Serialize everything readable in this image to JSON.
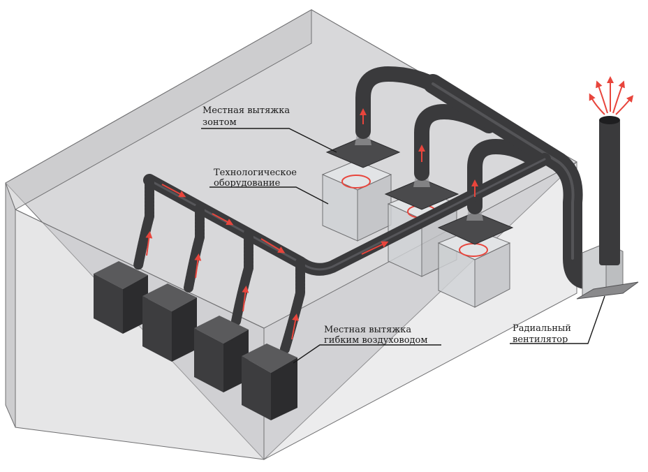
{
  "labels": {
    "hood_exhaust": [
      "Местная вытяжка",
      "зонтом"
    ],
    "equipment": [
      "Технологическое",
      "оборудование"
    ],
    "flexible_exhaust": [
      "Местная вытяжка",
      "гибким воздуховодом"
    ],
    "radial_fan": [
      "Радиальный",
      "вентилятор"
    ]
  },
  "colors": {
    "duct": "#3a3a3c",
    "duct_highlight": "#6e6e72",
    "room_wall": "#b8b8ba",
    "room_edge": "#707072",
    "cabinet": "#3d3d3f",
    "cabinet_top": "#5a5a5c",
    "hood": "#4a4a4c",
    "glass": "#d6d8da",
    "airflow_arrow": "#e8453c",
    "callout_line": "#1a1a1a"
  },
  "icons": {
    "airflow": "red-arrow-icon",
    "exhaust_plume": "exhaust-arrows-icon",
    "swirl": "swirl-arrow-icon"
  }
}
